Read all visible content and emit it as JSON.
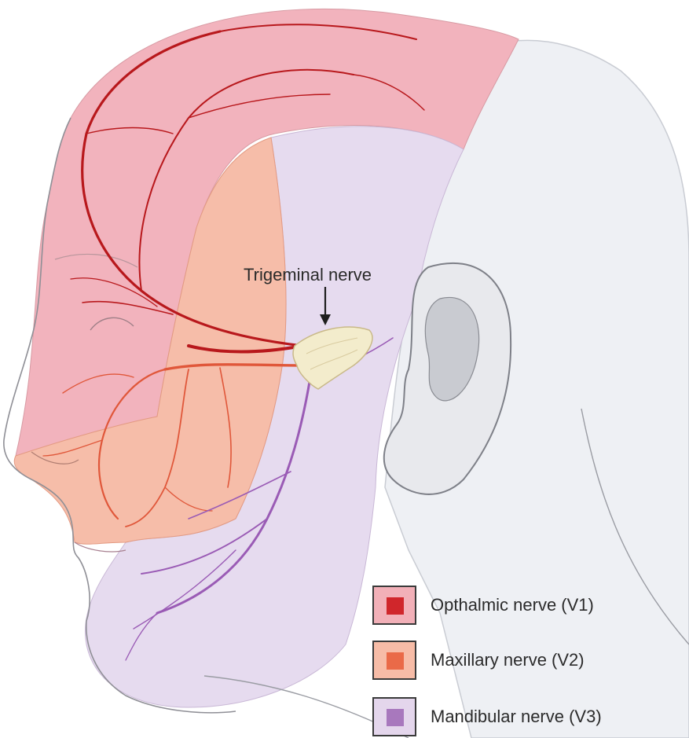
{
  "diagram": {
    "annotation": "Trigeminal nerve",
    "legend": [
      {
        "label": "Opthalmic nerve (V1)",
        "box_color": "#f2b0b8",
        "swatch_color": "#d0262b"
      },
      {
        "label": "Maxillary nerve (V2)",
        "box_color": "#f7bca7",
        "swatch_color": "#ea6a48"
      },
      {
        "label": "Mandibular nerve (V3)",
        "box_color": "#e4d6ec",
        "swatch_color": "#a878bd"
      }
    ],
    "colors": {
      "v1_region": "#f2b3bd",
      "v2_region": "#f6bda9",
      "v3_region": "#e6dbef",
      "scalp": "#eef0f4",
      "v1_nerve": "#b8181c",
      "v2_nerve": "#e0573a",
      "v3_nerve": "#9a5bb5",
      "ganglion": "#f3eccc"
    }
  }
}
